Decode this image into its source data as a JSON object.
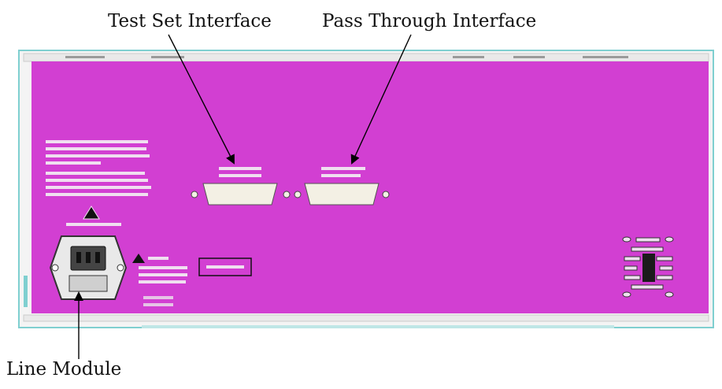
{
  "callouts": {
    "test_set_interface": "Test Set Interface",
    "pass_through_interface": "Pass Through Interface",
    "line_module": "Line Module"
  },
  "colors": {
    "panel": "#d23fd2",
    "chassis_outline": "#7fcfd0",
    "frame": "#e6e6e6",
    "connector": "#f3f0e4",
    "arrow": "#000000"
  },
  "icons": {
    "warning": "warning-triangle-icon",
    "fan": "fan-grille-icon",
    "power_inlet": "ac-inlet-icon"
  }
}
